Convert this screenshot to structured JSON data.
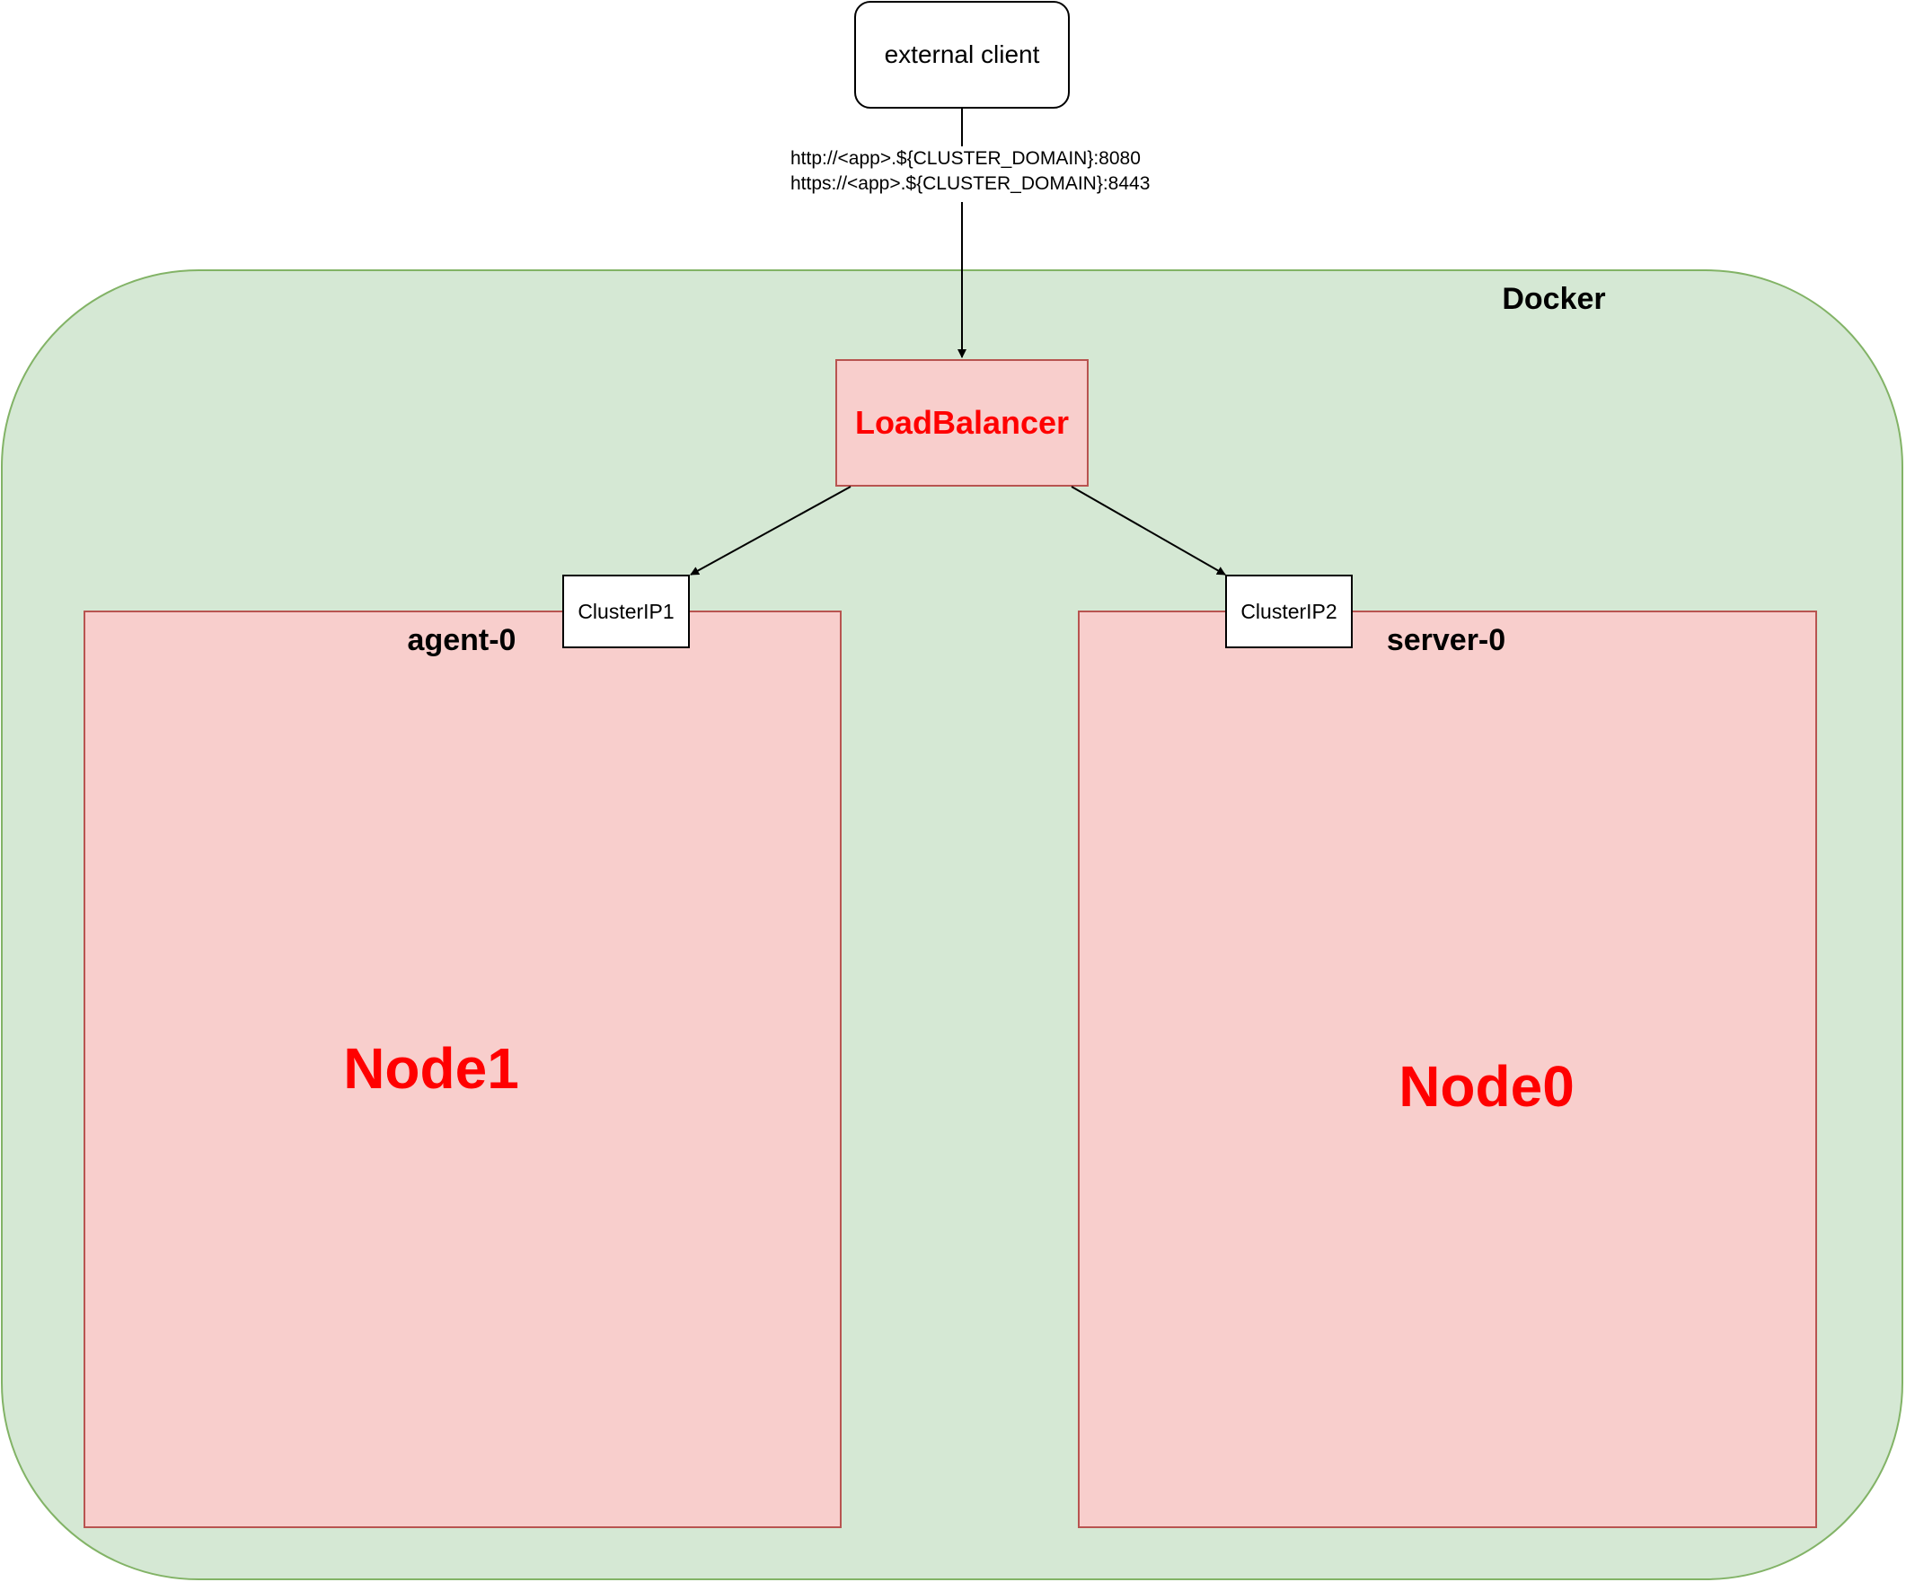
{
  "diagram": {
    "client": {
      "label": "external client"
    },
    "edge_label": {
      "line1": "http://<app>.${CLUSTER_DOMAIN}:8080",
      "line2": "https://<app>.${CLUSTER_DOMAIN}:8443"
    },
    "container": {
      "label": "Docker"
    },
    "load_balancer": {
      "label": "LoadBalancer"
    },
    "nodes": [
      {
        "title": "agent-0",
        "name": "Node1",
        "cluster_ip": "ClusterIP1"
      },
      {
        "title": "server-0",
        "name": "Node0",
        "cluster_ip": "ClusterIP2"
      }
    ]
  }
}
